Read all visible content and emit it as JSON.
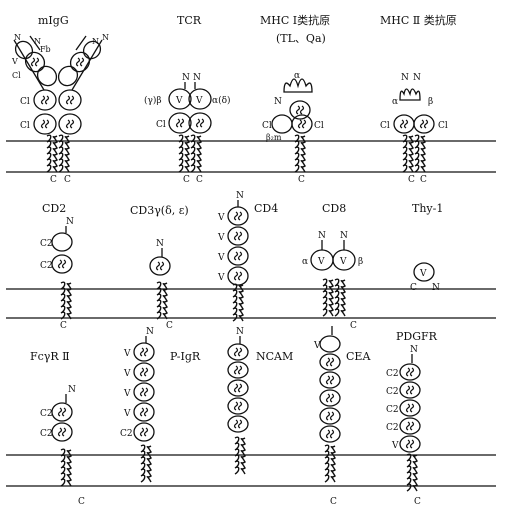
{
  "molecules": {
    "migg": {
      "name": "mIgG"
    },
    "tcr": {
      "name": "TCR",
      "chain_left": "(γ)β",
      "chain_right": "α(δ)"
    },
    "mhc1": {
      "name": "MHC Ⅰ类抗原",
      "subtitle": "(TL、Qa)",
      "chain": "α",
      "b2m": "β₂m"
    },
    "mhc2": {
      "name": "MHC Ⅱ 类抗原",
      "alpha": "α",
      "beta": "β"
    },
    "cd2": {
      "name": "CD2"
    },
    "cd3": {
      "name": "CD3γ(δ, ε)"
    },
    "cd4": {
      "name": "CD4"
    },
    "cd8": {
      "name": "CD8",
      "alpha": "α",
      "beta": "β"
    },
    "thy1": {
      "name": "Thy-1"
    },
    "fcgr": {
      "name": "FcγR Ⅱ"
    },
    "pigr": {
      "name": "P-IgR"
    },
    "ncam": {
      "name": "NCAM"
    },
    "cea": {
      "name": "CEA"
    },
    "pdgfr": {
      "name": "PDGFR"
    }
  },
  "domains": {
    "v": "V",
    "c1": "Cl",
    "c2": "C2",
    "n": "N",
    "c": "C",
    "fb": "Fb"
  }
}
